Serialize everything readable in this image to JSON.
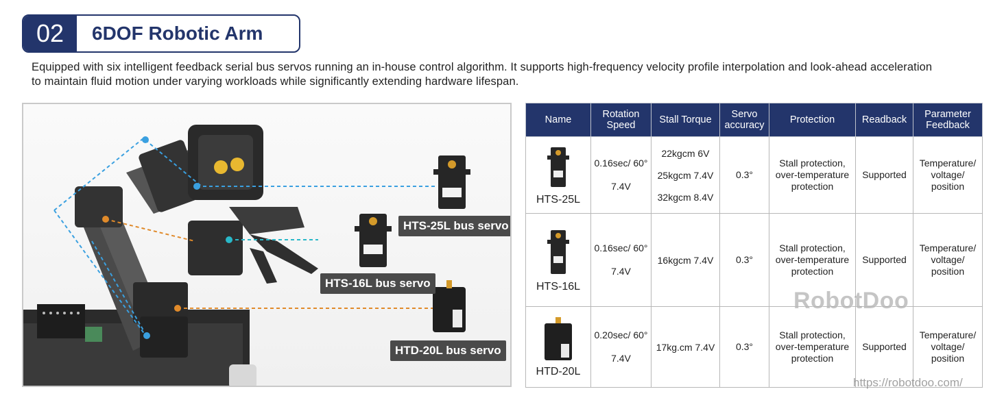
{
  "header": {
    "number": "02",
    "title": "6DOF Robotic Arm"
  },
  "description": "Equipped with six intelligent feedback serial bus servos running an in-house control algorithm. It supports high-frequency velocity profile interpolation and look-ahead acceleration to maintain fluid motion under varying workloads while significantly extending hardware lifespan.",
  "image_labels": {
    "servo_a": "HTS-25L bus servo",
    "servo_b": "HTS-16L bus servo",
    "servo_c": "HTD-20L bus servo"
  },
  "table": {
    "headers": {
      "name": "Name",
      "speed_1": "Rotation",
      "speed_2": "Speed",
      "torque": "Stall Torque",
      "acc_1": "Servo",
      "acc_2": "accuracy",
      "protection": "Protection",
      "readback": "Readback",
      "param_1": "Parameter",
      "param_2": "Feedback"
    },
    "rows": [
      {
        "name": "HTS-25L",
        "speed_1": "0.16sec/ 60°",
        "speed_2": "7.4V",
        "torque": [
          "22kgcm 6V",
          "25kgcm 7.4V",
          "32kgcm 8.4V"
        ],
        "accuracy": "0.3°",
        "prot_1": "Stall protection,",
        "prot_2": "over-temperature",
        "prot_3": "protection",
        "readback": "Supported",
        "param_1": "Temperature/",
        "param_2": "voltage/",
        "param_3": "position"
      },
      {
        "name": "HTS-16L",
        "speed_1": "0.16sec/ 60°",
        "speed_2": "7.4V",
        "torque": [
          "16kgcm 7.4V"
        ],
        "accuracy": "0.3°",
        "prot_1": "Stall protection,",
        "prot_2": "over-temperature",
        "prot_3": "protection",
        "readback": "Supported",
        "param_1": "Temperature/",
        "param_2": "voltage/",
        "param_3": "position"
      },
      {
        "name": "HTD-20L",
        "speed_1": "0.20sec/ 60°",
        "speed_2": "7.4V",
        "torque": [
          "17kg.cm 7.4V"
        ],
        "accuracy": "0.3°",
        "prot_1": "Stall protection,",
        "prot_2": "over-temperature",
        "prot_3": "protection",
        "readback": "Supported",
        "param_1": "Temperature/",
        "param_2": "voltage/",
        "param_3": "position"
      }
    ]
  },
  "watermark": "RobotDoo",
  "url": "https://robotdoo.com/",
  "colors": {
    "navy": "#23356b",
    "label_bg": "#4a4a4a",
    "blue_line": "#3aa0e0",
    "orange_line": "#e08a2a",
    "cyan_line": "#29b8c8"
  }
}
